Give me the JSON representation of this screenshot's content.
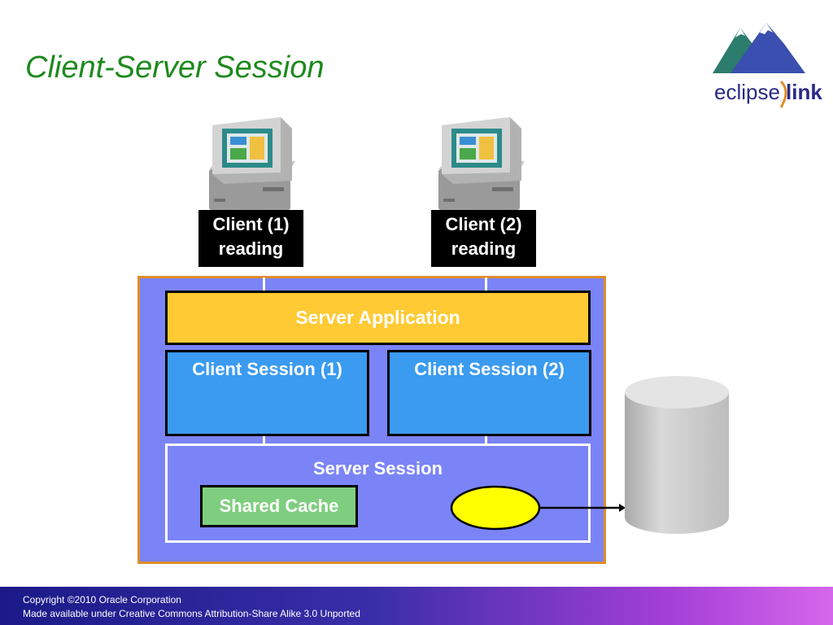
{
  "slide": {
    "title": "Client-Server Session"
  },
  "logo": {
    "wordmark_left": "eclipse",
    "wordmark_right": "link"
  },
  "clients": [
    {
      "line1": "Client (1)",
      "line2": "reading"
    },
    {
      "line1": "Client (2)",
      "line2": "reading"
    }
  ],
  "server": {
    "application": "Server Application",
    "client_sessions": [
      "Client Session (1)",
      "Client Session (2)"
    ],
    "server_session": "Server Session",
    "shared_cache": "Shared Cache"
  },
  "footer": {
    "copyright": "Copyright ©2010 Oracle Corporation",
    "license": "Made available under Creative Commons Attribution-Share Alike 3.0 Unported"
  },
  "colors": {
    "title": "#1d8a1d",
    "server_area": "#7b84f6",
    "server_area_border": "#e18d2a",
    "server_application": "#ffca33",
    "client_session": "#3a9bf0",
    "shared_cache": "#7fce7f",
    "connection_pool": "#ffff00",
    "database": "#c8c8c8"
  }
}
